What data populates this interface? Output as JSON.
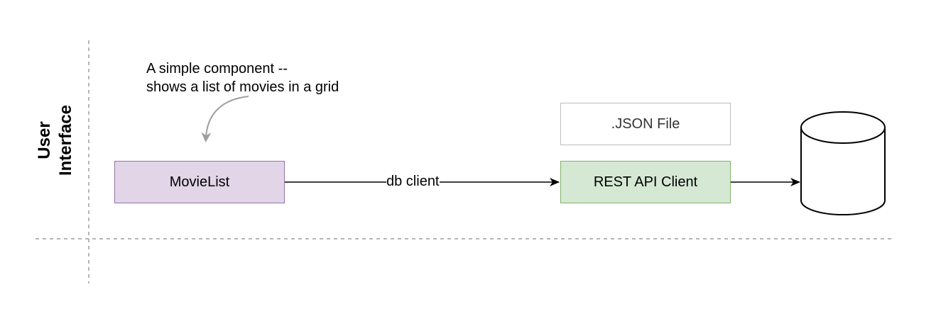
{
  "lane": {
    "label": "User\nInterface"
  },
  "annotation": {
    "text": "A simple component --\nshows a list of movies in a grid"
  },
  "nodes": {
    "movielist": {
      "label": "MovieList",
      "fill": "#e1d5e7",
      "stroke": "#9673a6"
    },
    "json_file": {
      "label": ".JSON File",
      "fill": "#ffffff",
      "stroke": "#bdbdbd"
    },
    "rest_client": {
      "label": "REST API Client",
      "fill": "#d5e8d4",
      "stroke": "#82b366"
    },
    "database": {
      "label": "",
      "shape": "cylinder"
    }
  },
  "edges": [
    {
      "from": "movielist",
      "to": "rest_client",
      "label": "db client"
    },
    {
      "from": "rest_client",
      "to": "database",
      "label": ""
    }
  ]
}
